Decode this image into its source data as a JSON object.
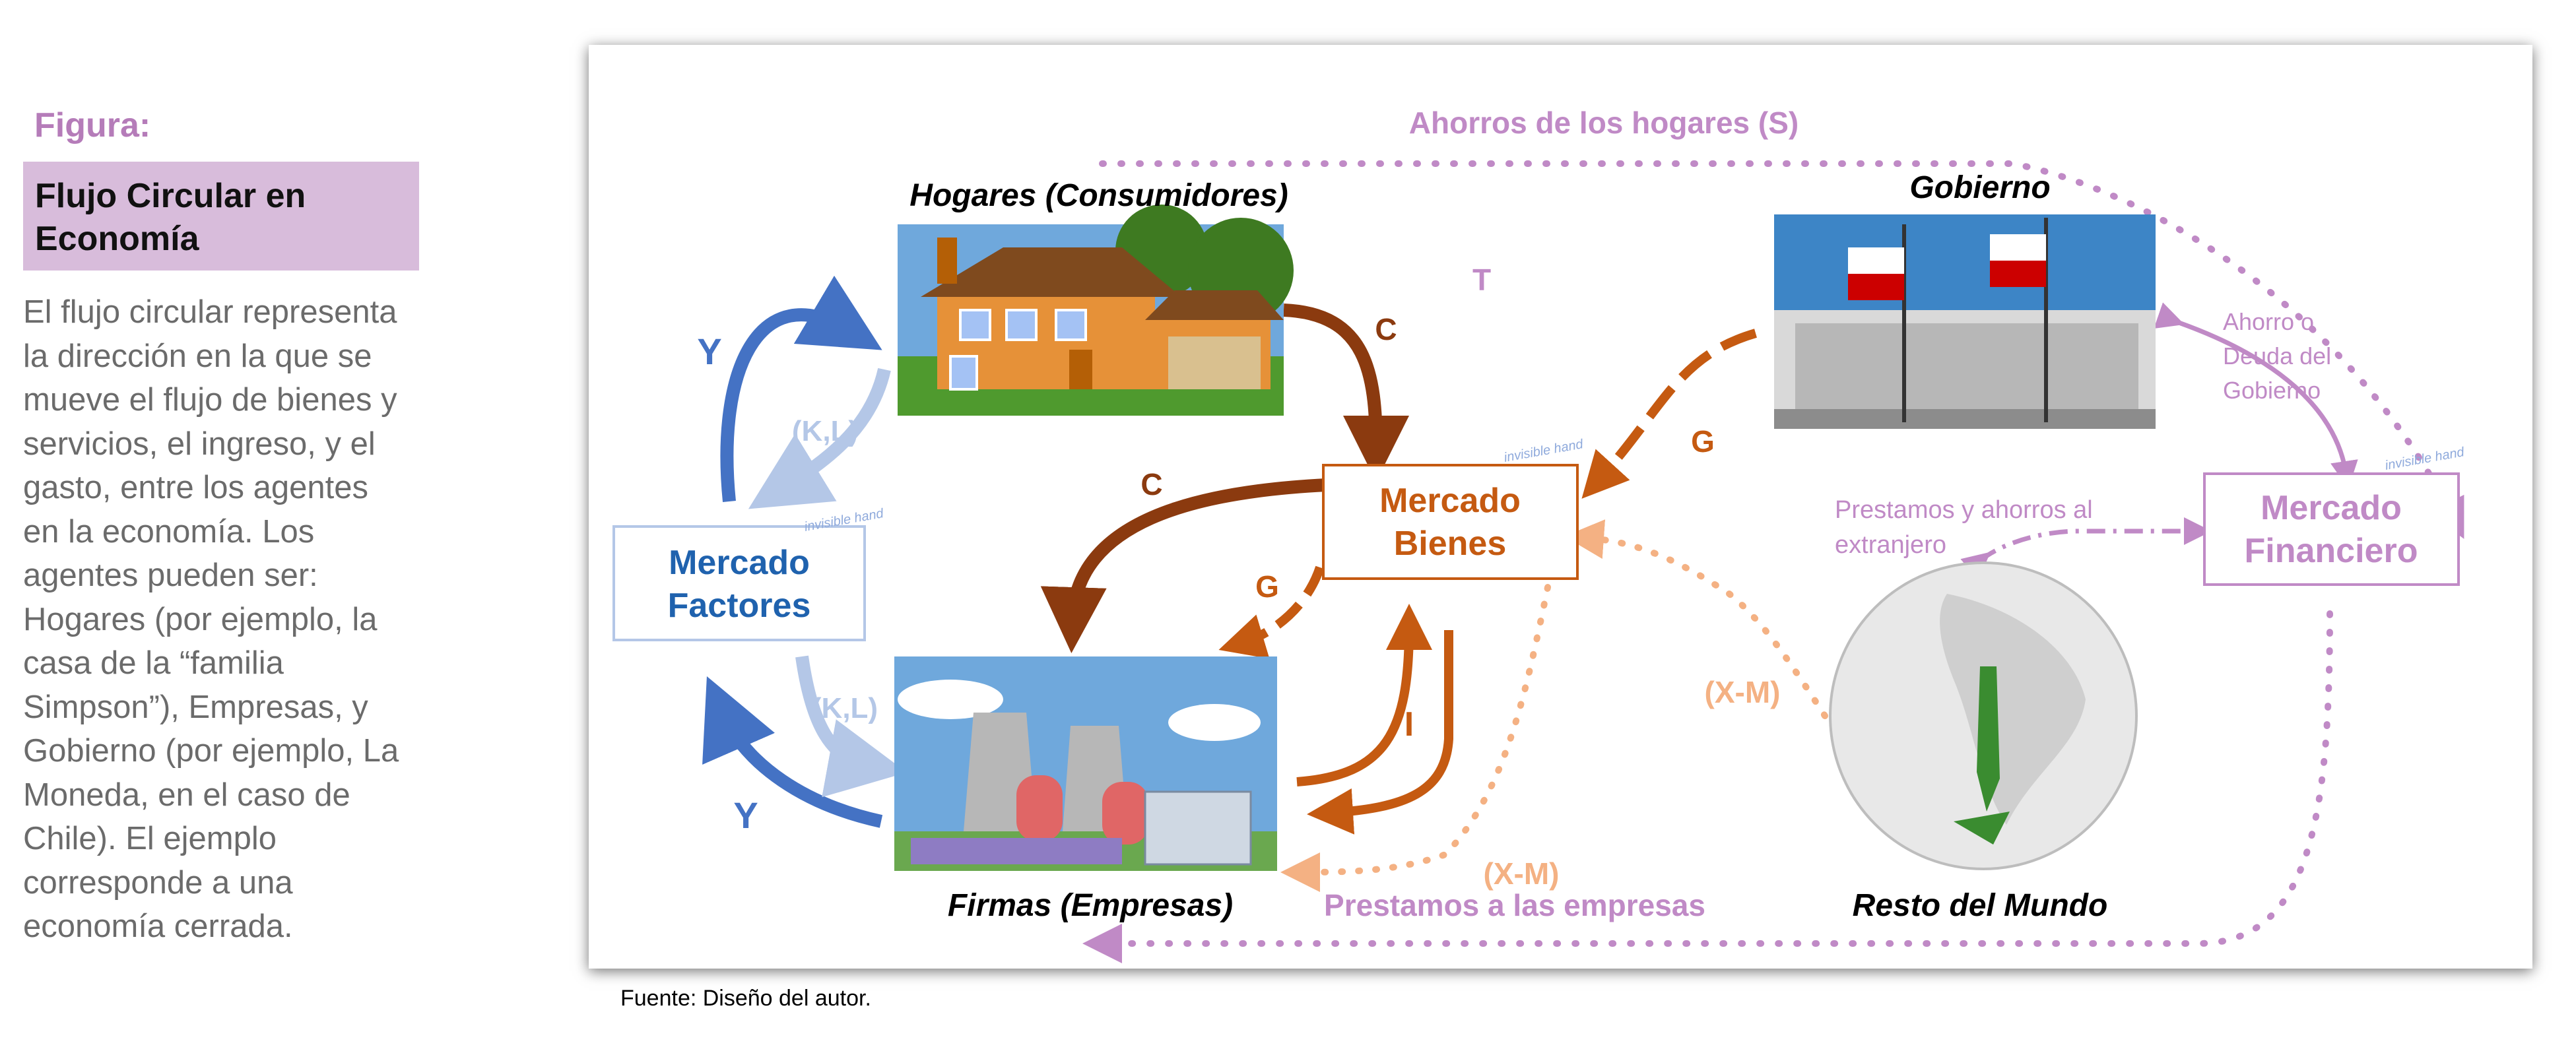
{
  "sidebar": {
    "label": "Figura:",
    "title": "Flujo Circular en Economía",
    "description": "El flujo circular representa la dirección en la que se mueve el flujo de bienes y servicios, el ingreso, y el gasto, entre los agentes en la economía. Los agentes pueden ser: Hogares (por ejemplo, la casa de la “familia Simpson”), Empresas, y Gobierno (por ejemplo, La Moneda, en el caso de Chile). El ejemplo corresponde a una economía cerrada."
  },
  "diagram": {
    "top_label": "Ahorros de los hogares (S)",
    "bottom_label": "Prestamos a las empresas",
    "nodes": {
      "hogares": "Hogares (Consumidores)",
      "firmas": "Firmas (Empresas)",
      "gobierno": "Gobierno",
      "resto_mundo": "Resto del Mundo",
      "mercado_factores": [
        "Mercado",
        "Factores"
      ],
      "mercado_bienes": [
        "Mercado",
        "Bienes"
      ],
      "mercado_financiero": [
        "Mercado",
        "Financiero"
      ],
      "stamp_text": "invisible hand"
    },
    "flows": {
      "y_top": "Y",
      "y_bottom": "Y",
      "kl_top": "(K,L)",
      "kl_bottom": "(K,L)",
      "c_hogares": "C",
      "c_firmas": "C",
      "g_gobierno": "G",
      "g_firmas": "G",
      "t": "T",
      "i": "I",
      "xm_right": "(X-M)",
      "xm_bottom": "(X-M)",
      "ahorro_gobierno": [
        "Ahorro o",
        "Deuda del",
        "Gobierno"
      ],
      "prestamos_extranjero": [
        "Prestamos y ahorros al",
        "extranjero"
      ]
    },
    "colors": {
      "blue": "#4472c4",
      "light_blue": "#b4c7e7",
      "brown": "#8b3a0f",
      "orange": "#c55a11",
      "peach": "#f4b183",
      "purple": "#c08ac6"
    },
    "icons": [
      "simpson-house-illustration",
      "power-plant-illustration",
      "la-moneda-photo",
      "globe-chile-illustration"
    ]
  },
  "source": "Fuente: Diseño del autor."
}
